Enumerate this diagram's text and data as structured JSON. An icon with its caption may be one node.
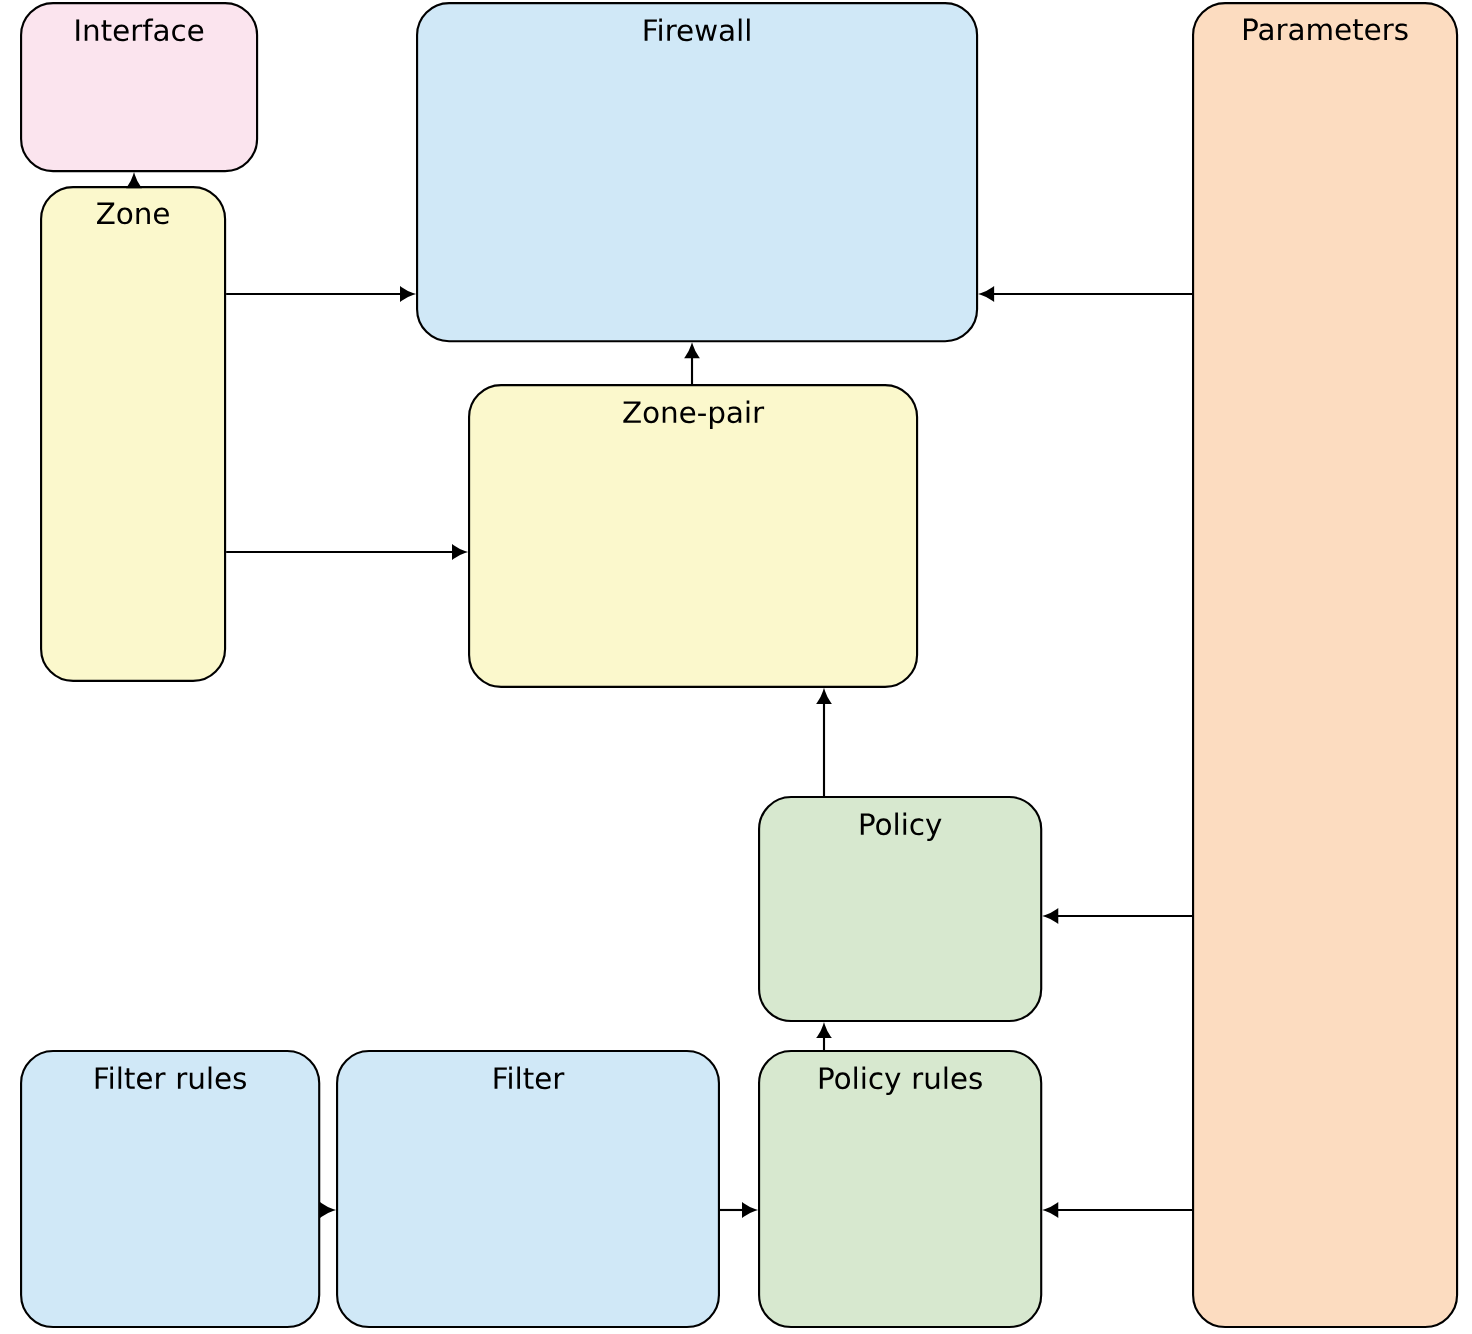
{
  "diagram": {
    "nodes": [
      {
        "text": [
          "Interface"
        ]
      },
      {
        "text": [
          "Firewall"
        ]
      },
      {
        "text": [
          "Parameters"
        ]
      },
      {
        "text": [
          "Zone"
        ]
      },
      {
        "text": [
          "Zone-pair"
        ]
      },
      {
        "text": [
          "Policy"
        ]
      },
      {
        "text": [
          "Filter rules"
        ]
      },
      {
        "text": [
          "Filter"
        ]
      },
      {
        "text": [
          "Policy rules"
        ]
      }
    ],
    "edges": [
      {
        "from": 3,
        "to": 0,
        "arrow": "to"
      },
      {
        "from": 3,
        "to": 1,
        "arrow": "to"
      },
      {
        "from": 2,
        "to": 1,
        "arrow": "to"
      },
      {
        "from": 3,
        "to": 4,
        "arrow": "to"
      },
      {
        "from": 4,
        "to": 1,
        "arrow": "to"
      },
      {
        "from": 5,
        "to": 4,
        "arrow": "to"
      },
      {
        "from": 2,
        "to": 5,
        "arrow": "to"
      },
      {
        "from": 8,
        "to": 5,
        "arrow": "to"
      },
      {
        "from": 6,
        "to": 7,
        "arrow": "to"
      },
      {
        "from": 7,
        "to": 8,
        "arrow": "to"
      },
      {
        "from": 2,
        "to": 8,
        "arrow": "to"
      }
    ]
  }
}
